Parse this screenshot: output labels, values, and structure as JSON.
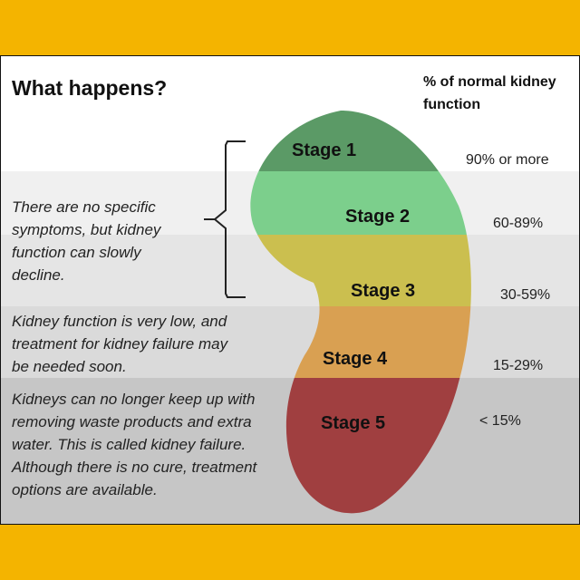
{
  "title": "What happens?",
  "column_header": "% of normal kidney function",
  "stages": [
    {
      "label": "Stage 1",
      "percent": "90% or more",
      "color": "#5b9a66"
    },
    {
      "label": "Stage 2",
      "percent": "60-89%",
      "color": "#7ccf8c"
    },
    {
      "label": "Stage 3",
      "percent": "30-59%",
      "color": "#cbbf4f"
    },
    {
      "label": "Stage 4",
      "percent": "15-29%",
      "color": "#d9a052"
    },
    {
      "label": "Stage 5",
      "percent": "< 15%",
      "color": "#a03f40"
    }
  ],
  "descriptions": [
    "There are no specific symptoms, but kidney function can slowly decline.",
    "Kidney function is very low, and treatment for kidney failure may be needed soon.",
    "Kidneys can no longer keep up with removing waste products and extra water. This is called kidney failure. Although there is no cure, treatment options are available."
  ]
}
